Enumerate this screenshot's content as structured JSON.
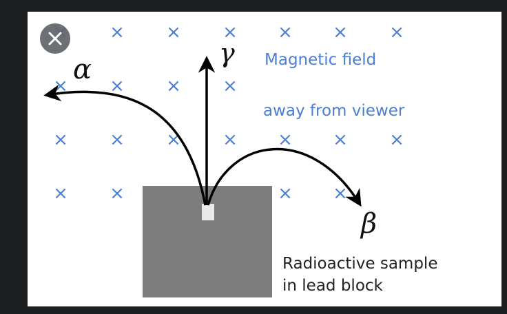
{
  "colors": {
    "field_marks": "#4a7fd4",
    "field_text": "#4a7fd4",
    "lead_block": "#7d7d7d",
    "paths": "#000000",
    "background": "#1e1f20",
    "panel": "#ffffff"
  },
  "viewer": {
    "close_icon": "close-icon"
  },
  "diagram": {
    "cross_symbol": "×",
    "field_label_line1": "Magnetic field",
    "field_label_line2": "away from viewer",
    "alpha": "α",
    "gamma": "γ",
    "beta": "β",
    "sample_label_line1": "Radioactive sample",
    "sample_label_line2": "in lead block"
  }
}
